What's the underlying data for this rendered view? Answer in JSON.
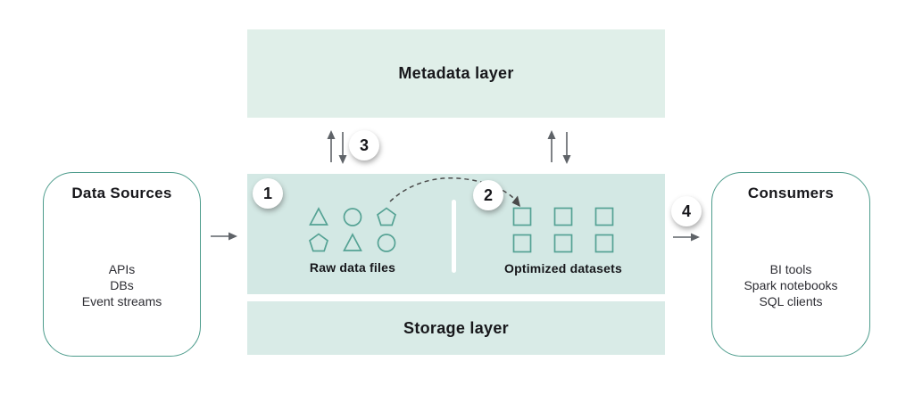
{
  "diagram": {
    "metadata_layer": {
      "label": "Metadata layer"
    },
    "processing_layer": {
      "raw_group": {
        "label": "Raw data files",
        "shapes": [
          "triangle",
          "circle",
          "pentagon",
          "pentagon",
          "triangle",
          "circle"
        ]
      },
      "optimized_group": {
        "label": "Optimized datasets",
        "shapes": [
          "square",
          "square",
          "square",
          "square",
          "square",
          "square"
        ]
      }
    },
    "storage_layer": {
      "label": "Storage layer"
    },
    "data_sources": {
      "title": "Data Sources",
      "items": [
        "APIs",
        "DBs",
        "Event streams"
      ]
    },
    "consumers": {
      "title": "Consumers",
      "items": [
        "BI tools",
        "Spark notebooks",
        "SQL clients"
      ]
    },
    "badges": {
      "b1": "1",
      "b2": "2",
      "b3": "3",
      "b4": "4"
    },
    "icons": {
      "up_down_arrows": "metadata-sync-arrows",
      "right_arrow": "flow-arrow",
      "dashed_curve": "raw-to-optimized-arrow"
    },
    "colors": {
      "metadata_fill": "#e0efe9",
      "processing_fill": "#d3e8e4",
      "storage_fill": "#d9ebe7",
      "outline_teal": "#4d9c8c",
      "shape_teal": "#55a294",
      "arrow_gray": "#5f6368",
      "dashed_gray": "#4a4a4a",
      "text_dark": "#17171b"
    }
  }
}
